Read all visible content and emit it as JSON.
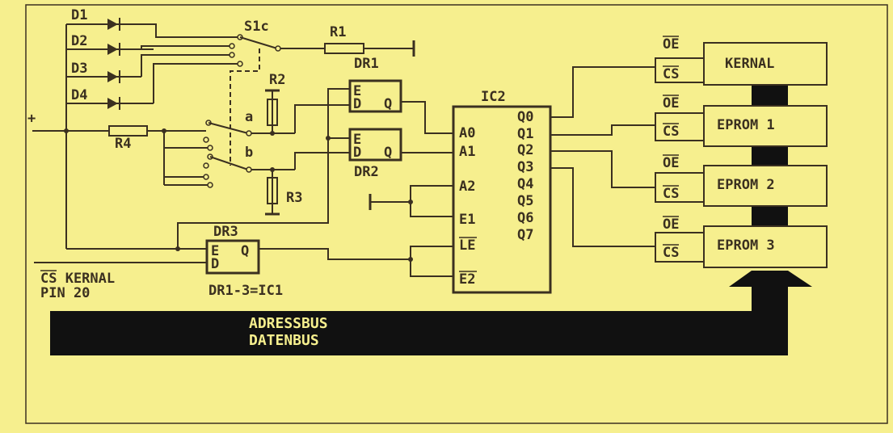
{
  "labels": {
    "d1": "D1",
    "d2": "D2",
    "d3": "D3",
    "d4": "D4",
    "s1c": "S1c",
    "r1": "R1",
    "r2": "R2",
    "r3": "R3",
    "r4": "R4",
    "plus": "+",
    "a": "a",
    "b": "b",
    "dr1": "DR1",
    "dr2": "DR2",
    "dr3": "DR3",
    "e": "E",
    "d": "D",
    "q": "Q",
    "ic2": "IC2",
    "ic2_inputs": [
      "A0",
      "A1",
      "A2",
      "E1",
      "LE",
      "E2"
    ],
    "ic2_outputs": [
      "Q0",
      "Q1",
      "Q2",
      "Q3",
      "Q4",
      "Q5",
      "Q6",
      "Q7"
    ],
    "oe": "OE",
    "cs": "CS",
    "chips": [
      "KERNAL",
      "EPROM 1",
      "EPROM 2",
      "EPROM 3"
    ],
    "cs_kernal": "CS KERNAL",
    "pin20": "PIN 20",
    "ic1_note": "DR1-3=IC1",
    "bus1": "ADRESSBUS",
    "bus2": "DATENBUS"
  }
}
